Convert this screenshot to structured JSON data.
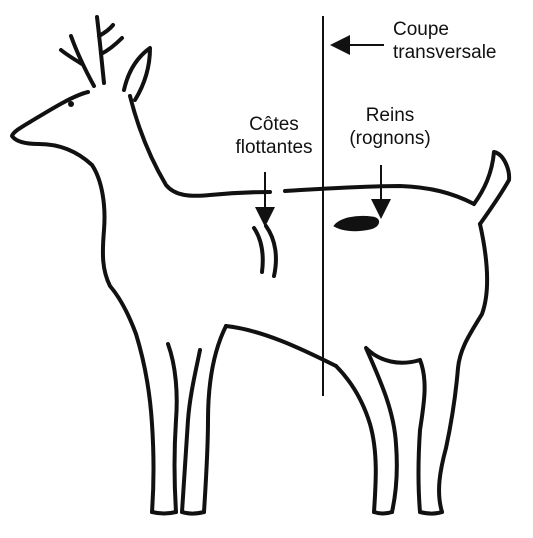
{
  "labels": {
    "coupe_line1": "Coupe",
    "coupe_line2": "transversale",
    "cotes_line1": "Côtes",
    "cotes_line2": "flottantes",
    "reins_line1": "Reins",
    "reins_line2": "(rognons)"
  },
  "colors": {
    "ink": "#111111",
    "background": "#ffffff"
  }
}
